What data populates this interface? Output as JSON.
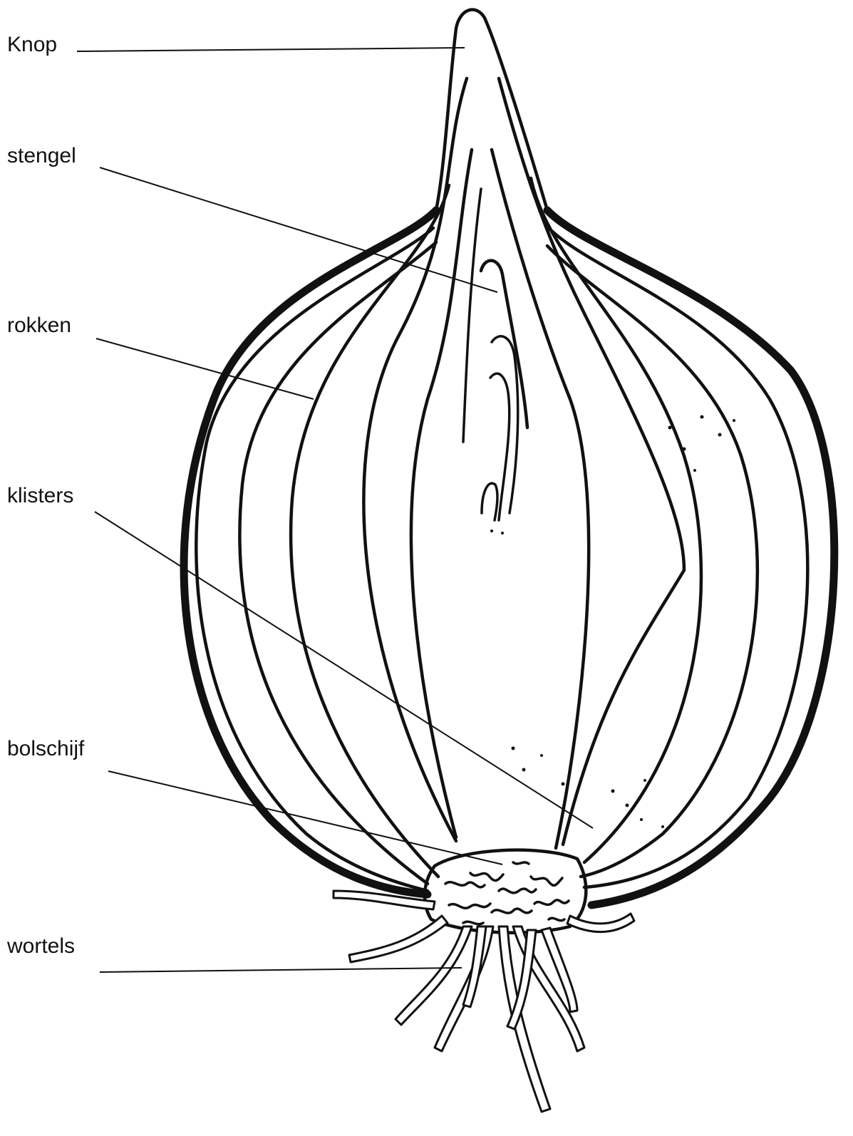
{
  "labels": {
    "knop": "Knop",
    "stengel": "stengel",
    "rokken": "rokken",
    "klisters": "klisters",
    "bolschijf": "bolschijf",
    "wortels": "wortels"
  },
  "colors": {
    "ink": "#111111",
    "background": "#ffffff"
  }
}
